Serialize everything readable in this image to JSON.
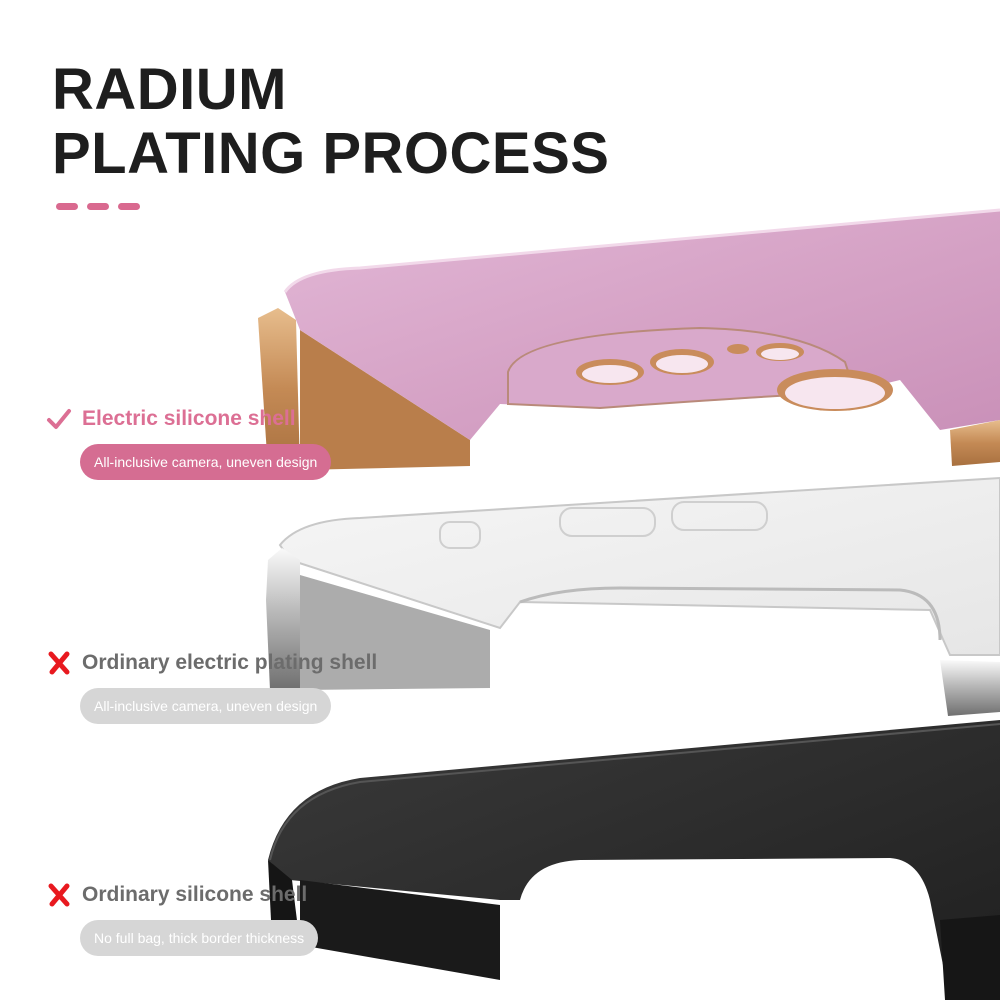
{
  "title": {
    "line1": "RADIUM",
    "line2": "PLATING PROCESS"
  },
  "colors": {
    "accent": "#d9698f",
    "pink_shell": "#d7a6c9",
    "gold_edge": "#c8935e",
    "black_shell": "#2b2b2b",
    "reject_mark": "#e8191f",
    "grey_pill": "#d6d6d6"
  },
  "features": [
    {
      "status_icon": "check-icon",
      "label": "Electric silicone shell",
      "description": "All-inclusive camera, uneven design"
    },
    {
      "status_icon": "cross-icon",
      "label": "Ordinary electric plating shell",
      "description": "All-inclusive camera, uneven design"
    },
    {
      "status_icon": "cross-icon",
      "label": "Ordinary silicone shell",
      "description": "No full bag, thick border thickness"
    }
  ]
}
